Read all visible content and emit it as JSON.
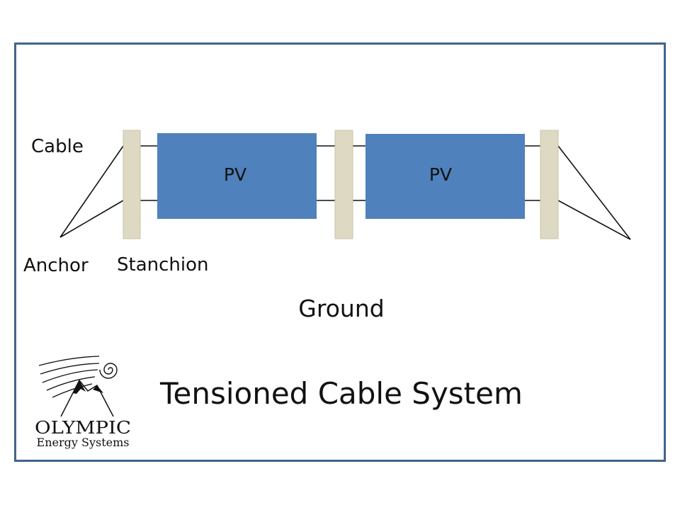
{
  "labels": {
    "cable": "Cable",
    "anchor": "Anchor",
    "stanchion": "Stanchion",
    "ground": "Ground",
    "pv_left": "PV",
    "pv_right": "PV"
  },
  "title": "Tensioned Cable System",
  "logo": {
    "name": "OLYMPIC",
    "tagline": "Energy Systems"
  },
  "colors": {
    "frame_border": "#41648a",
    "pv_panel": "#4f81bd",
    "stanchion": "#ddd9c3",
    "cable": "#111111"
  }
}
